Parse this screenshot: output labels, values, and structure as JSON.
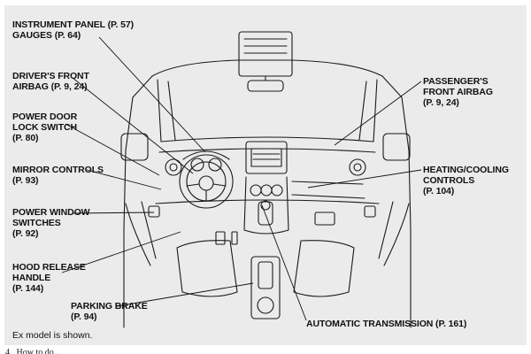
{
  "callouts": {
    "instrument_panel": "INSTRUMENT PANEL (P. 57)\nGAUGES (P. 64)",
    "drivers_airbag": "DRIVER'S FRONT\nAIRBAG (P. 9, 24)",
    "door_lock": "POWER DOOR\nLOCK SWITCH\n(P. 80)",
    "mirror_controls": "MIRROR CONTROLS\n(P. 93)",
    "power_window": "POWER WINDOW\nSWITCHES\n(P. 92)",
    "hood_release": "HOOD RELEASE\nHANDLE\n(P. 144)",
    "parking_brake": "PARKING BRAKE\n(P. 94)",
    "passengers_airbag": "PASSENGER'S\nFRONT AIRBAG\n(P. 9, 24)",
    "heating_cooling": "HEATING/COOLING\nCONTROLS\n(P. 104)",
    "automatic_transmission": "AUTOMATIC TRANSMISSION (P. 161)"
  },
  "note": "Ex model is shown.",
  "footer": "4   How to do..."
}
